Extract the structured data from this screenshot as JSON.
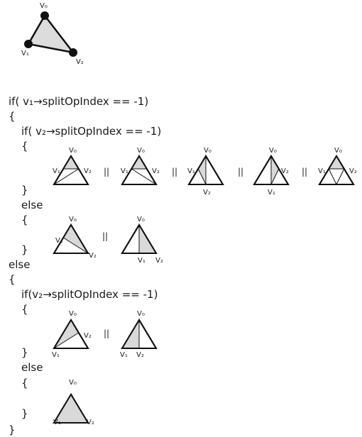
{
  "code_lines": [
    "if( v₁→splitOpIndex == -1)",
    "{",
    "if( v₂→splitOpIndex == -1)",
    "{",
    "}",
    "else",
    "{",
    "}",
    "else",
    "{",
    "if(v₂→splitOpIndex == -1)",
    "{",
    "}",
    "else",
    "{",
    "}",
    "}"
  ],
  "vertex_labels": {
    "v0": "V₀",
    "v1": "V₁",
    "v2": "V₂"
  },
  "separator": "||",
  "colors": {
    "fill": "#d9d9d9",
    "stroke": "#111111",
    "text": "#1a1a1a"
  }
}
